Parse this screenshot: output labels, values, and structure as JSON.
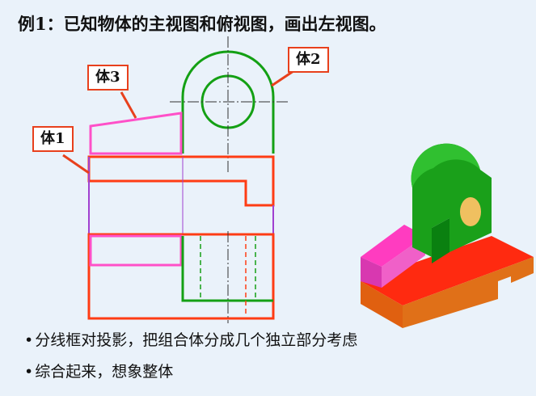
{
  "title": "例1：已知物体的主视图和俯视图，画出左视图。",
  "labels": {
    "body1": "体1",
    "body2": "体2",
    "body3": "体3"
  },
  "bullets": [
    "分线框对投影，把组合体分成几个独立部分考虑",
    "综合起来，想象整体"
  ],
  "colors": {
    "body1": "#ff3c14",
    "body2": "#14a014",
    "body3": "#ff50c8",
    "projection": "#a040d0"
  }
}
